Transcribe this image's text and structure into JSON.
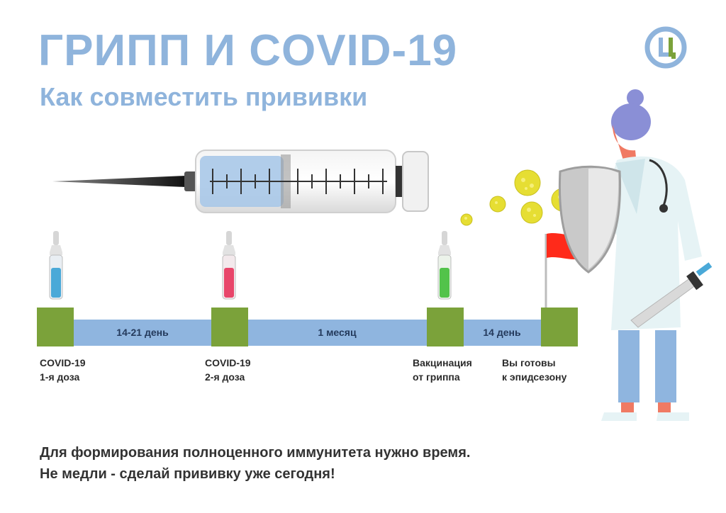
{
  "header": {
    "title": "ГРИПП И  COVID-19",
    "subtitle": "Как совместить прививки",
    "logo_icon": "ts-logo-icon"
  },
  "timeline": {
    "intervals": [
      "14-21 день",
      "1 месяц",
      "14 день"
    ],
    "milestones": [
      {
        "line1": "COVID-19",
        "line2": "1-я доза"
      },
      {
        "line1": "COVID-19",
        "line2": "2-я доза"
      },
      {
        "line1": "Вакцинация",
        "line2": "от гриппа"
      },
      {
        "line1": "Вы готовы",
        "line2": "к эпидсезону"
      }
    ]
  },
  "footer": {
    "line1": "Для формирования полноценного иммунитета нужно время.",
    "line2": "Не медли - сделай прививку уже сегодня!"
  },
  "colors": {
    "title": "#8fb4dc",
    "bar": "#8fb5df",
    "milestone": "#7ba23a",
    "vial_blue": "#4aa9d8",
    "vial_red": "#e8466a",
    "vial_green": "#52c34a",
    "flag": "#ff2a1a",
    "virus": "#e6de33"
  }
}
